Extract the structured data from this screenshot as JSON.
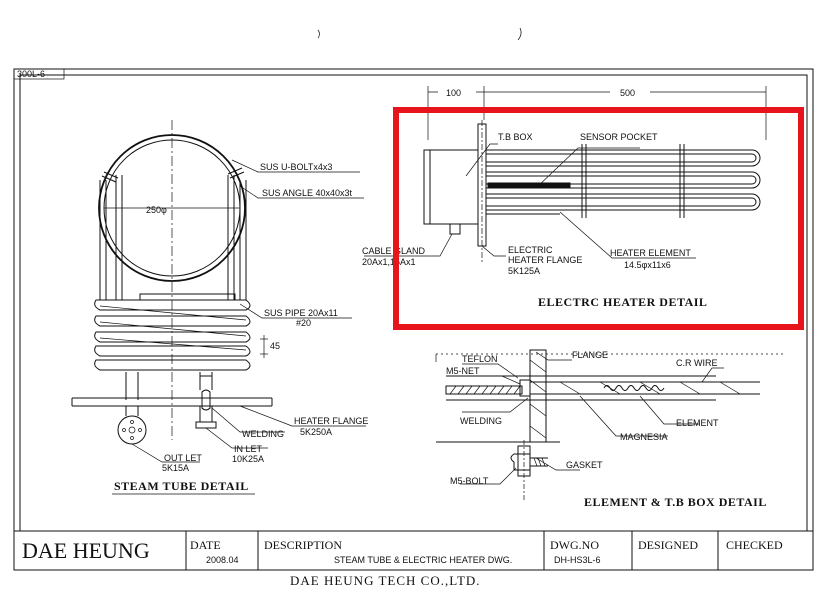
{
  "sheet": {
    "sheet_id": "300L-6",
    "company_footer": "DAE HEUNG TECH CO.,LTD."
  },
  "steam_tube": {
    "title": "STEAM TUBE DETAIL",
    "diameter": "250φ",
    "ubolt": "SUS U-BOLTx4x3",
    "angle": "SUS ANGLE 40x40x3t",
    "pipe_line1": "SUS PIPE 20Ax11",
    "pipe_line2": "#20",
    "pitch": "45",
    "heater_flange_line1": "HEATER FLANGE",
    "heater_flange_line2": "5K250A",
    "welding": "WELDING",
    "inlet_line1": "IN LET",
    "inlet_line2": "10K25A",
    "outlet_line1": "OUT LET",
    "outlet_line2": "5K15A"
  },
  "electric_heater": {
    "title": "ELECTRC HEATER DETAIL",
    "dim_left": "100",
    "dim_right": "500",
    "tb_box": "T.B BOX",
    "sensor_pocket": "SENSOR POCKET",
    "cable_gland_line1": "CABLE GLAND",
    "cable_gland_line2": "20Ax1,15Ax1",
    "electric_flange_line1": "ELECTRIC",
    "electric_flange_line2": "HEATER FLANGE",
    "electric_flange_line3": "5K125A",
    "heater_element_line1": "HEATER ELEMENT",
    "heater_element_line2": "14.5φx11x6"
  },
  "element_detail": {
    "title": "ELEMENT & T.B BOX DETAIL",
    "flange": "FLANGE",
    "teflon": "TEFLON",
    "m5_net": "M5-NET",
    "cr_wire": "C.R WIRE",
    "welding": "WELDING",
    "element": "ELEMENT",
    "magnesia": "MAGNESIA",
    "gasket": "GASKET",
    "m5_bolt": "M5-BOLT"
  },
  "title_block": {
    "company": "DAE  HEUNG",
    "date_label": "DATE",
    "date_value": "2008.04",
    "description_label": "DESCRIPTION",
    "description_value": "STEAM TUBE & ELECTRIC HEATER DWG.",
    "dwg_no_label": "DWG.NO",
    "dwg_no_value": "DH-HS3L-6",
    "designed_label": "DESIGNED",
    "checked_label": "CHECKED"
  },
  "colors": {
    "highlight": "#e8141c",
    "line": "#111111"
  }
}
